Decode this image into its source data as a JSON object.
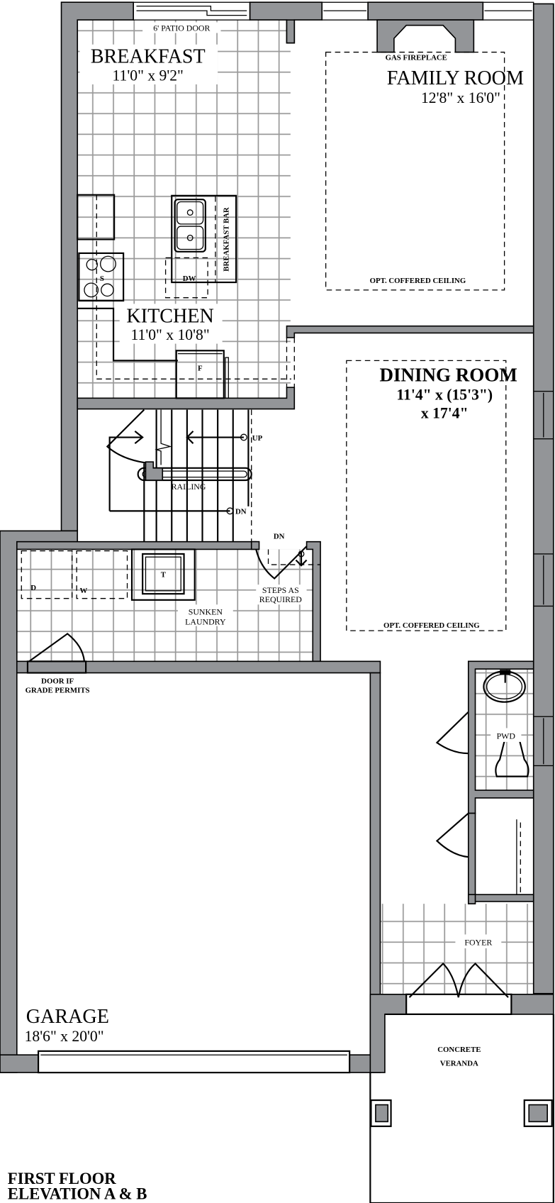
{
  "plan": {
    "title": "FIRST FLOOR",
    "subtitle": "ELEVATION A & B"
  },
  "colors": {
    "wall_fill": "#939598",
    "tile_grid": "#9a9a9a",
    "line": "#000000",
    "background": "#ffffff"
  },
  "rooms": {
    "breakfast": {
      "name": "BREAKFAST",
      "dimensions": "11'0\" x 9'2\""
    },
    "kitchen": {
      "name": "KITCHEN",
      "dimensions": "11'0\" x 10'8\""
    },
    "family_room": {
      "name": "FAMILY ROOM",
      "dimensions": "12'8\" x 16'0\""
    },
    "dining_room": {
      "name": "DINING ROOM",
      "dimensions_line1": "11'4\" x (15'3\")",
      "dimensions_line2": "x 17'4\""
    },
    "sunken_laundry": {
      "name_line1": "SUNKEN",
      "name_line2": "LAUNDRY"
    },
    "garage": {
      "name": "GARAGE",
      "dimensions": "18'6\" x 20'0\""
    },
    "pwd": {
      "name": "PWD"
    },
    "foyer": {
      "name": "FOYER"
    },
    "veranda": {
      "name_line1": "CONCRETE",
      "name_line2": "VERANDA"
    }
  },
  "annotations": {
    "patio_door": "6' PATIO DOOR",
    "gas_fireplace": "GAS FIREPLACE",
    "family_ceiling": "OPT. COFFERED CEILING",
    "dining_ceiling": "OPT. COFFERED CEILING",
    "breakfast_bar": "BREAKFAST BAR",
    "dishwasher": "DW",
    "stove": "S",
    "fridge": "F",
    "railing": "RAILING",
    "stairs_up": "UP",
    "stairs_down": "DN",
    "laundry_steps_dn": "DN",
    "steps_line1": "STEPS AS",
    "steps_line2": "REQUIRED",
    "dryer": "D",
    "washer": "W",
    "laundry_tub": "T",
    "garage_door_line1": "DOOR IF",
    "garage_door_line2": "GRADE PERMITS"
  }
}
